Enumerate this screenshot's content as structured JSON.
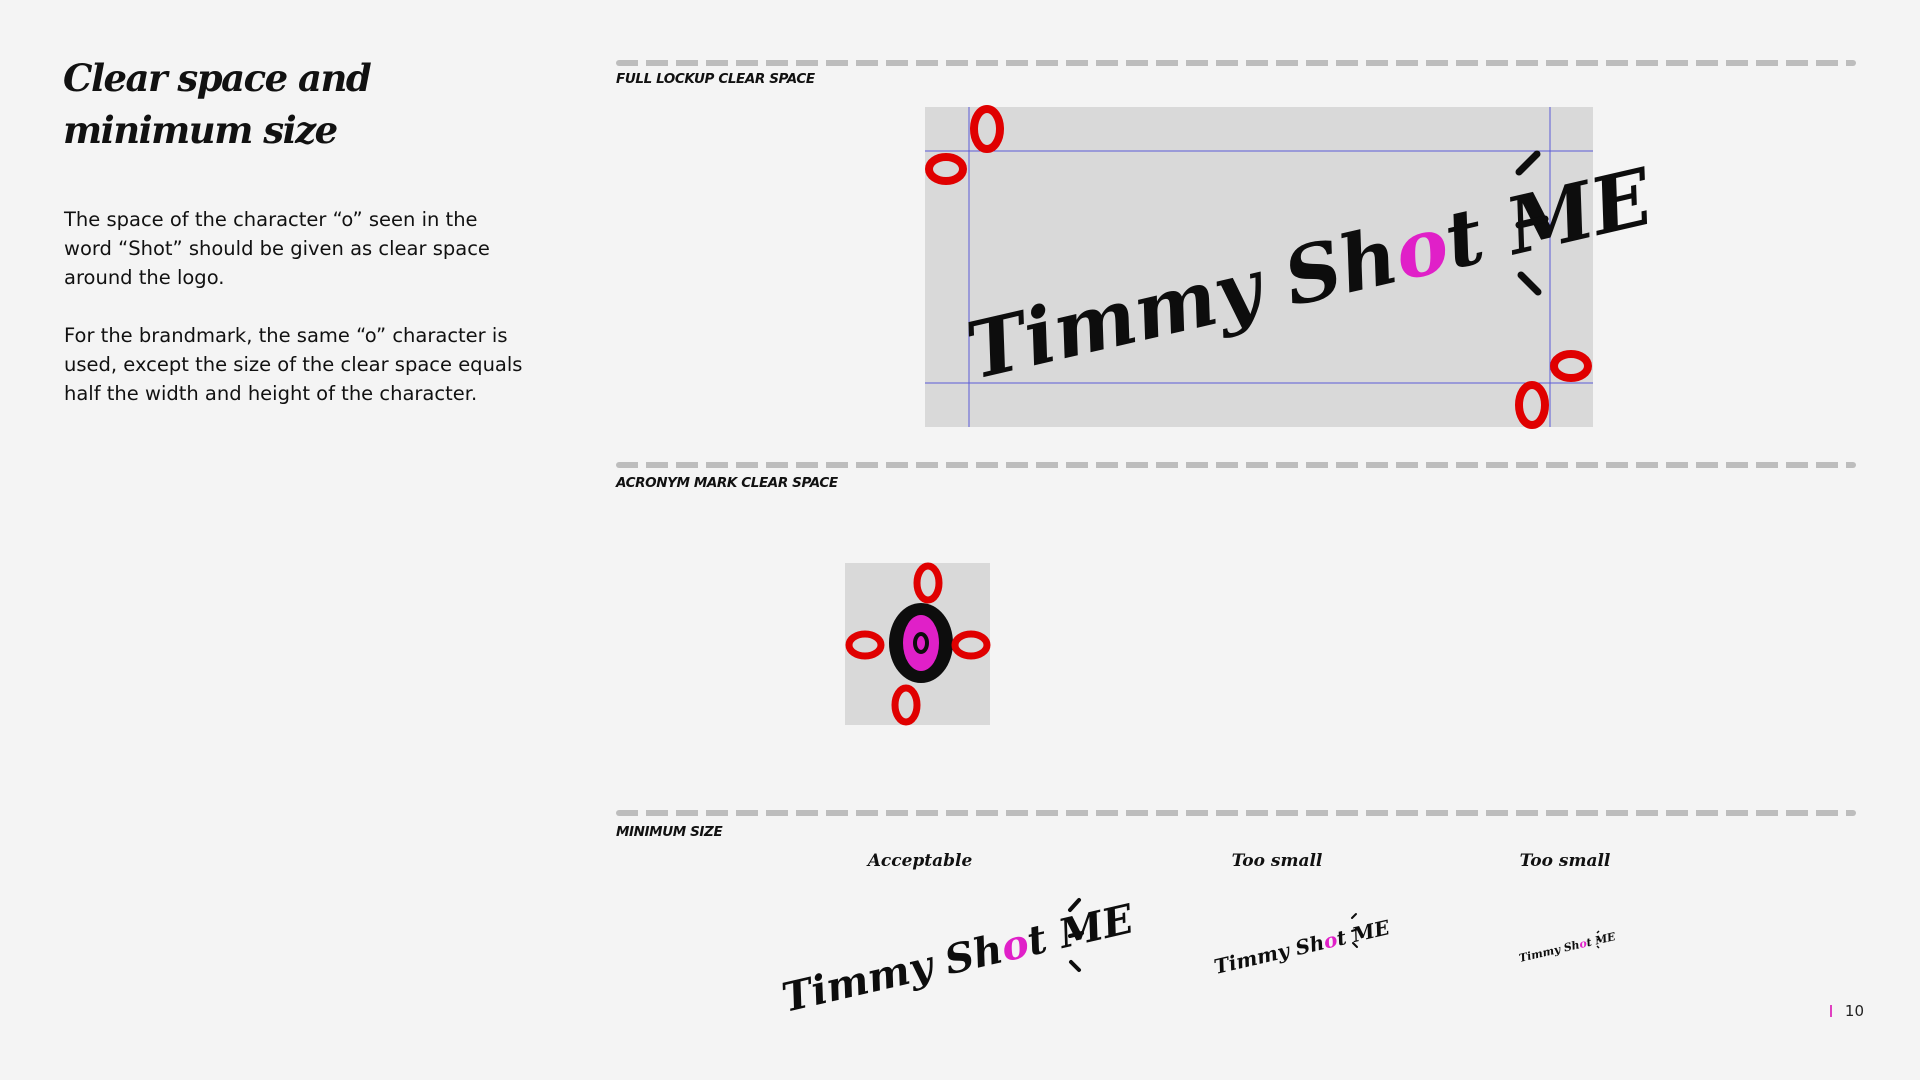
{
  "title": {
    "line1": "Clear space and",
    "line2": "minimum size"
  },
  "body": {
    "paragraph1": "The space of the character “o” seen in the word “Shot” should be given as clear space around the logo.",
    "paragraph2": "For the brandmark, the same “o” character is used, except the size of the clear space equals half the width and height of the character."
  },
  "sections": {
    "full_lockup": "FULL LOCKUP CLEAR SPACE",
    "acronym_mark": "ACRONYM MARK CLEAR SPACE",
    "minimum_size": "MINIMUM SIZE"
  },
  "logo": {
    "text_main": "Timmy Sh",
    "text_o": "o",
    "text_end": "t ME"
  },
  "minimum_size_examples": [
    {
      "label": "Acceptable"
    },
    {
      "label": "Too small"
    },
    {
      "label": "Too small"
    }
  ],
  "page_number": "10",
  "colors": {
    "background": "#f4f4f4",
    "panel": "#d9d9d9",
    "clear_space_marker": "#e00000",
    "accent_pink": "#e020c8",
    "guide_line": "#5a5ad6",
    "ink": "#0d0d0d"
  }
}
